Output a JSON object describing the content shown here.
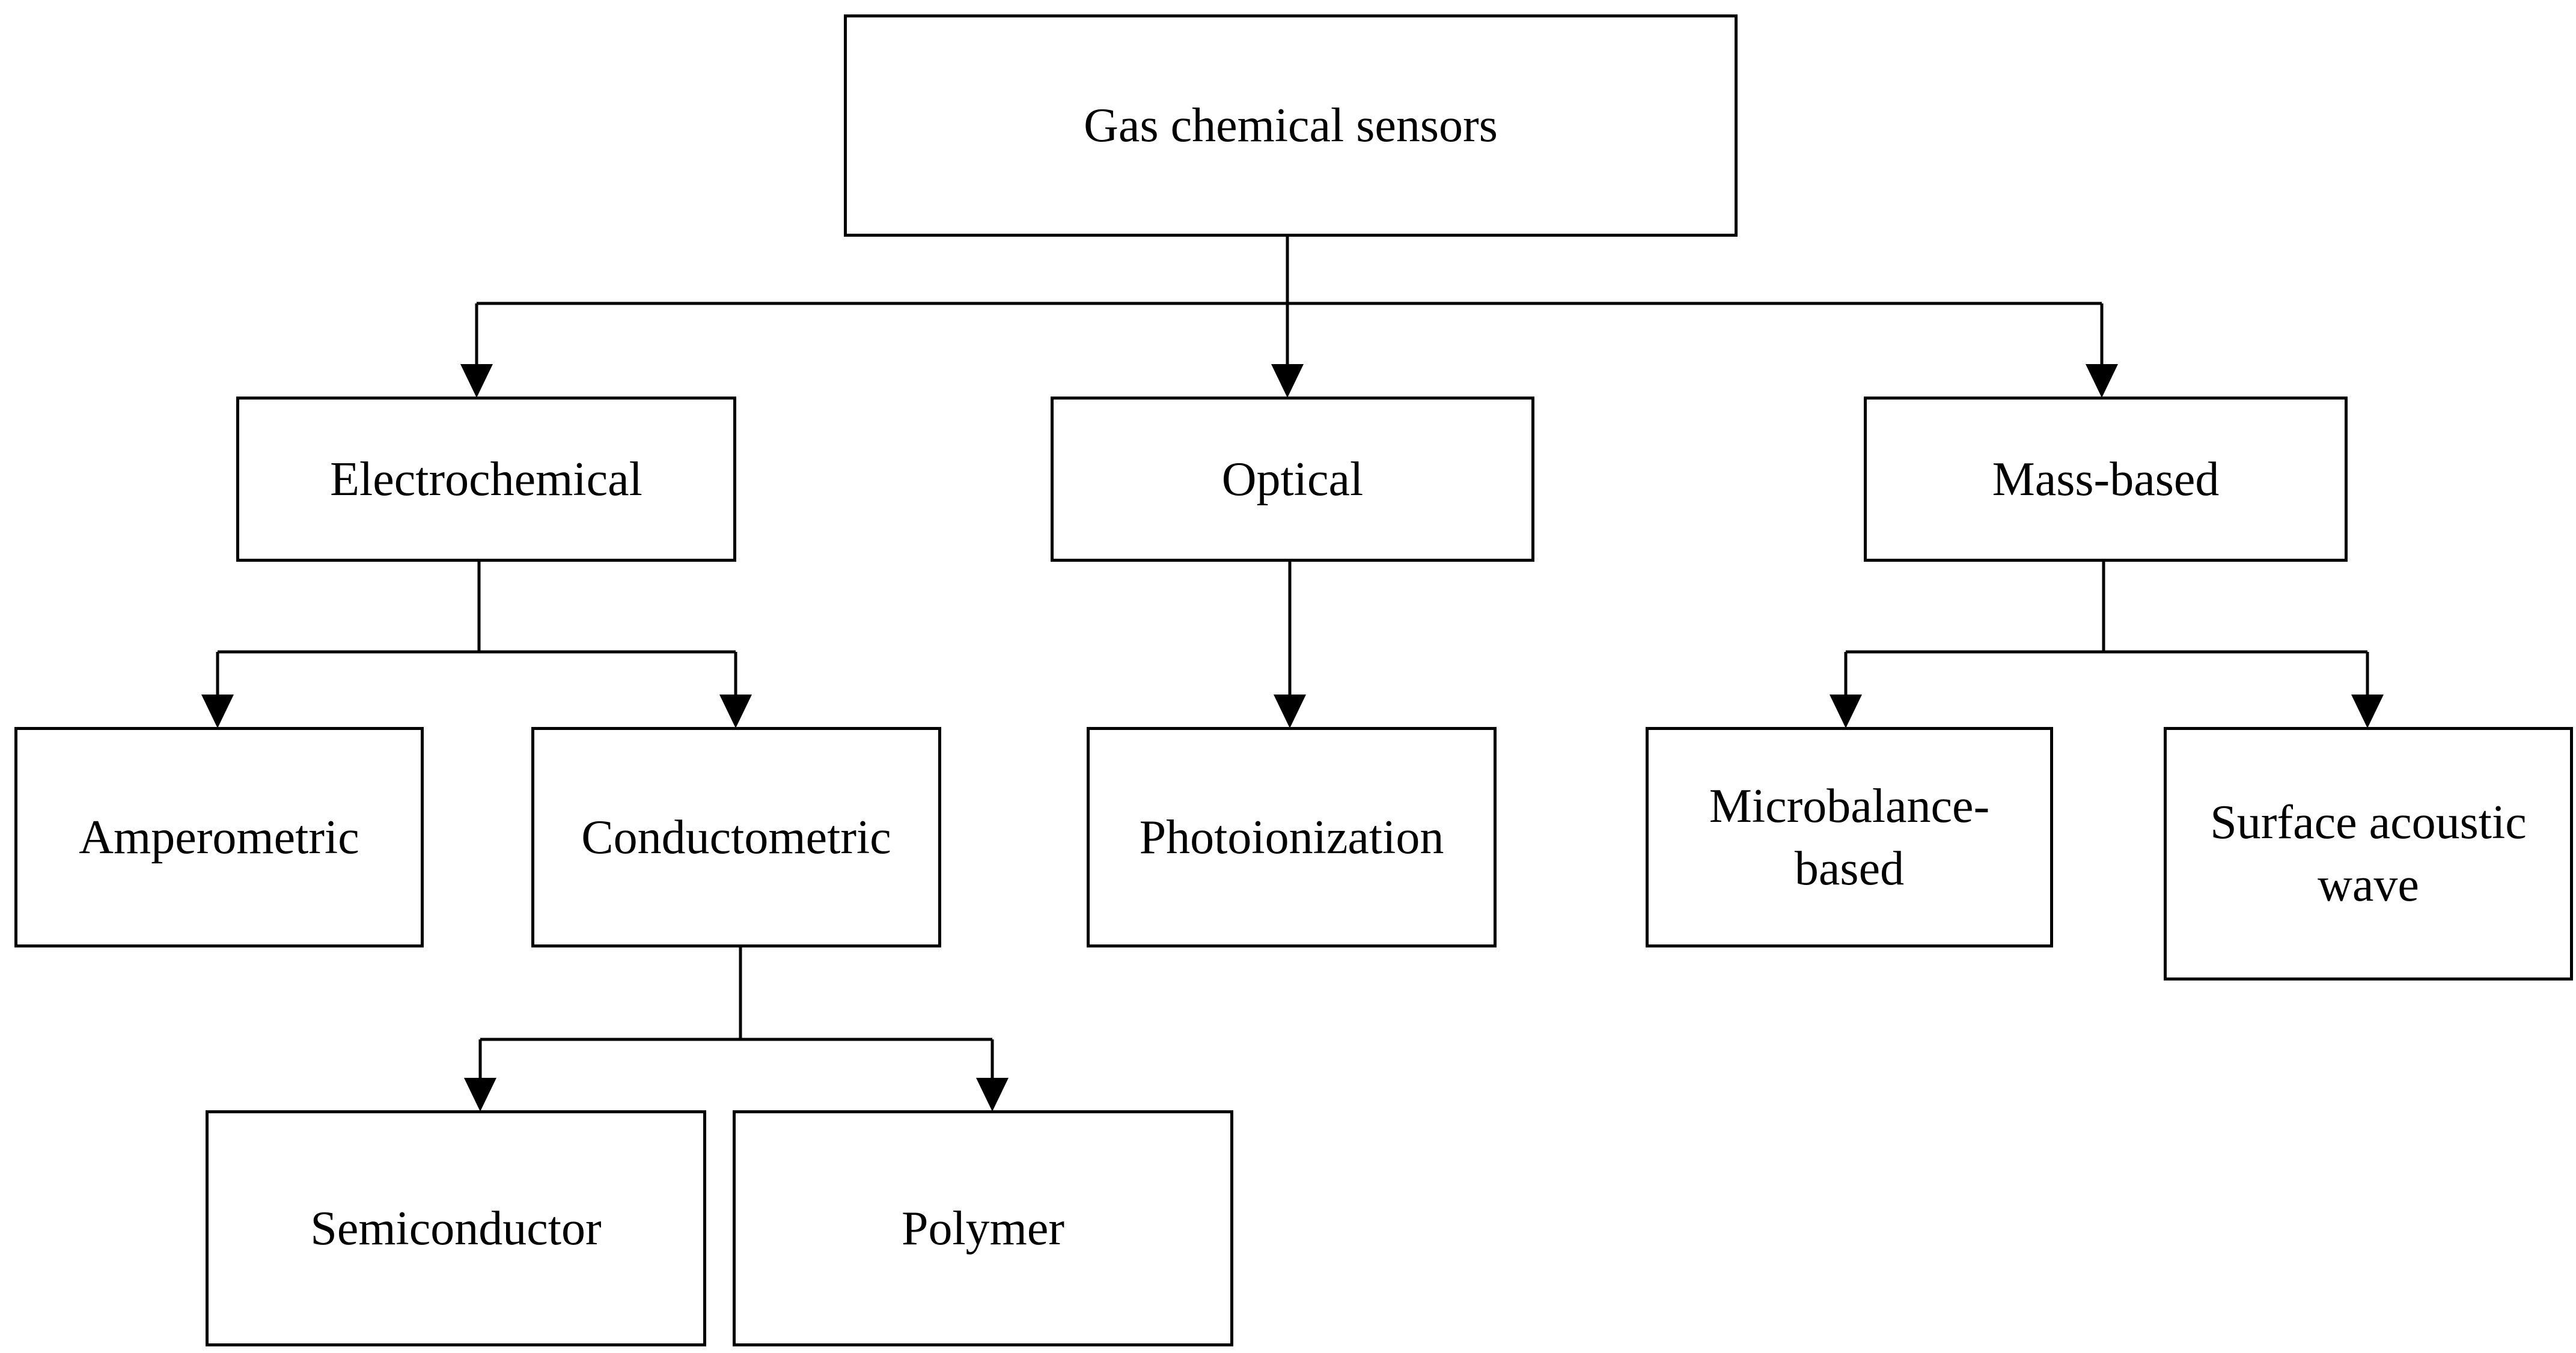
{
  "diagram": {
    "root": {
      "label": "Gas chemical sensors"
    },
    "electrochemical": {
      "label": "Electrochemical"
    },
    "optical": {
      "label": "Optical"
    },
    "mass_based": {
      "label": "Mass-based"
    },
    "amperometric": {
      "label": "Amperometric"
    },
    "conductometric": {
      "label": "Conductometric"
    },
    "photoionization": {
      "label": "Photoionization"
    },
    "microbalance": {
      "label_line1": "Microbalance-",
      "label_line2": "based"
    },
    "saw": {
      "label_line1": "Surface acoustic",
      "label_line2": "wave"
    },
    "semiconductor": {
      "label": "Semiconductor"
    },
    "polymer": {
      "label": "Polymer"
    }
  },
  "colors": {
    "stroke": "#000000",
    "background": "#ffffff"
  }
}
